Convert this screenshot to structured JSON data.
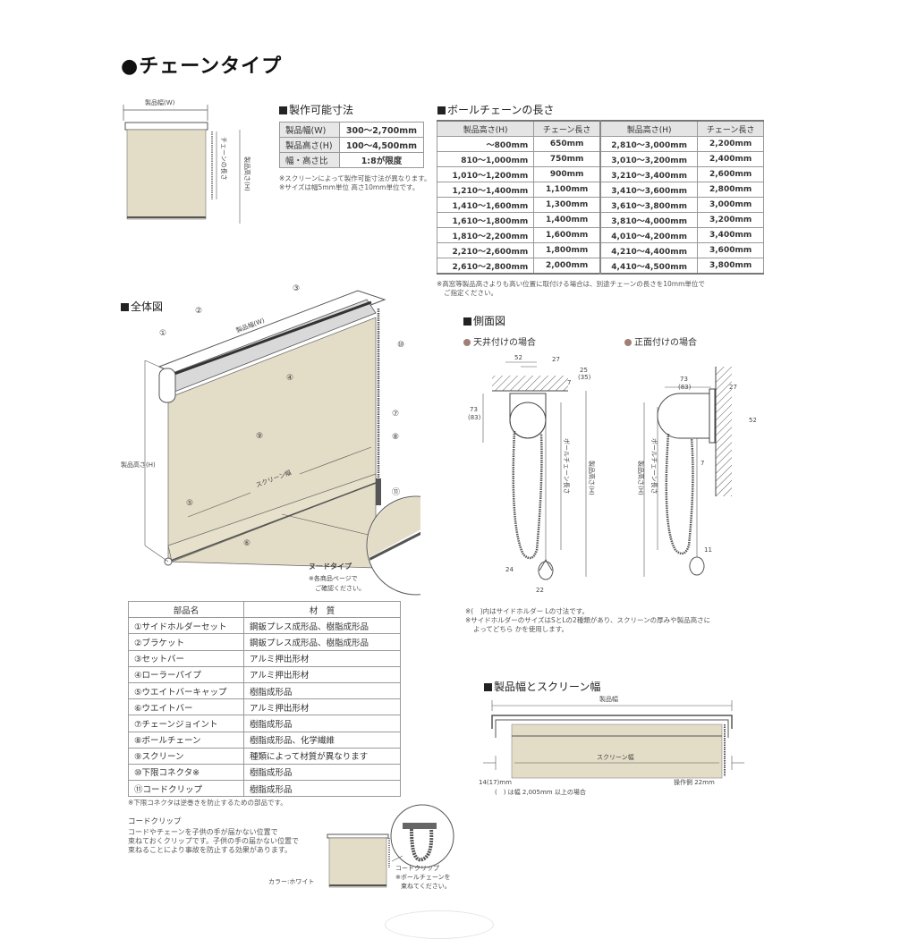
{
  "title": "●チェーンタイプ",
  "top_diagram": {
    "width_label": "製品幅(W)",
    "chain_label": "チェーンの長さ",
    "height_label": "製品高さ(H)"
  },
  "size_section": {
    "heading": "製作可能寸法",
    "rows": [
      {
        "label": "製品幅(W)",
        "value": "300〜2,700mm"
      },
      {
        "label": "製品高さ(H)",
        "value": "100〜4,500mm"
      },
      {
        "label": "幅・高さ比",
        "value": "1:8が限度"
      }
    ],
    "notes": [
      "※スクリーンによって製作可能寸法が異なります。",
      "※サイズは幅5mm単位 高さ10mm単位です。"
    ]
  },
  "chain_section": {
    "heading": "ボールチェーンの長さ",
    "headers": [
      "製品高さ(H)",
      "チェーン長さ",
      "製品高さ(H)",
      "チェーン長さ"
    ],
    "rows": [
      [
        "〜800mm",
        "650mm",
        "2,810〜3,000mm",
        "2,200mm"
      ],
      [
        "810〜1,000mm",
        "750mm",
        "3,010〜3,200mm",
        "2,400mm"
      ],
      [
        "1,010〜1,200mm",
        "900mm",
        "3,210〜3,400mm",
        "2,600mm"
      ],
      [
        "1,210〜1,400mm",
        "1,100mm",
        "3,410〜3,600mm",
        "2,800mm"
      ],
      [
        "1,410〜1,600mm",
        "1,300mm",
        "3,610〜3,800mm",
        "3,000mm"
      ],
      [
        "1,610〜1,800mm",
        "1,400mm",
        "3,810〜4,000mm",
        "3,200mm"
      ],
      [
        "1,810〜2,200mm",
        "1,600mm",
        "4,010〜4,200mm",
        "3,400mm"
      ],
      [
        "2,210〜2,600mm",
        "1,800mm",
        "4,210〜4,400mm",
        "3,600mm"
      ],
      [
        "2,610〜2,800mm",
        "2,000mm",
        "4,410〜4,500mm",
        "3,800mm"
      ]
    ],
    "notes": [
      "※高窓等製品高さよりも高い位置に取付ける場合は、別途チェーンの長さを10mm単位で",
      "ご指定ください。"
    ]
  },
  "overall": {
    "heading": "全体図",
    "labels": {
      "width": "製品幅(W)",
      "height": "製品高さ(H)",
      "screen_width": "スクリーン幅",
      "n1": "①",
      "n2": "②",
      "n3": "③",
      "n4": "④",
      "n5": "⑤",
      "n6": "⑥",
      "n7": "⑦",
      "n8": "⑧",
      "n9": "⑨",
      "n10": "⑩",
      "n11": "⑪"
    },
    "nude_type": "ヌードタイプ",
    "nude_notes": [
      "※各商品ページで",
      "ご確認ください。"
    ]
  },
  "parts": {
    "headers": [
      "部品名",
      "材　質"
    ],
    "rows": [
      [
        "①サイドホルダーセット",
        "鋼鈑プレス成形品、樹脂成形品"
      ],
      [
        "②ブラケット",
        "鋼鈑プレス成形品、樹脂成形品"
      ],
      [
        "③セットバー",
        "アルミ押出形材"
      ],
      [
        "④ローラーパイプ",
        "アルミ押出形材"
      ],
      [
        "⑤ウエイトバーキャップ",
        "樹脂成形品"
      ],
      [
        "⑥ウエイトバー",
        "アルミ押出形材"
      ],
      [
        "⑦チェーンジョイント",
        "樹脂成形品"
      ],
      [
        "⑧ボールチェーン",
        "樹脂成形品、化学繊維"
      ],
      [
        "⑨スクリーン",
        "種類によって材質が異なります"
      ],
      [
        "⑩下限コネクタ※",
        "樹脂成形品"
      ],
      [
        "⑪コードクリップ",
        "樹脂成形品"
      ]
    ],
    "note": "※下限コネクタは逆巻きを防止するための部品です。"
  },
  "cord_clip": {
    "heading": "コードクリップ",
    "text": [
      "コードやチェーンを子供の手が届かない位置で",
      "束ねておくクリップです。子供の手の届かない位置で",
      "束ねることにより事故を防止する効果があります。"
    ],
    "color_label": "カラー:ホワイト",
    "clip_label": "コードクリップ",
    "clip_notes": [
      "※ボールチェーンを",
      "束ねてください。"
    ]
  },
  "side_view": {
    "heading": "側面図",
    "ceiling": {
      "title": "天井付けの場合",
      "d52": "52",
      "d27": "27",
      "d25": "25",
      "d35": "(35)",
      "d7": "7",
      "d73": "73",
      "d83": "(83)",
      "chain": "ボールチェーン長さ",
      "height": "製品高さ(H)",
      "d24": "24",
      "d22": "22"
    },
    "front": {
      "title": "正面付けの場合",
      "d73": "73",
      "d83": "(83)",
      "d27": "27",
      "d52": "52",
      "d7": "7",
      "d11": "11",
      "chain": "ボールチェーン長さ",
      "height": "製品高さ(H)"
    },
    "notes": [
      "※(　)内はサイドホルダー Lの寸法です。",
      "※サイドホルダーのサイズはSとLの2種類があり、スクリーンの厚みや製品高さに",
      "よってどちら かを使用します。"
    ]
  },
  "width_section": {
    "heading": "製品幅とスクリーン幅",
    "product_width": "製品幅",
    "screen_width": "スクリーン幅",
    "left_dim": "14(17)mm",
    "right_dim": "操作側 22mm",
    "note": "(　) は幅 2,005mm 以上の場合"
  },
  "colors": {
    "screen": "#e3dcc6",
    "frame": "#555555",
    "accent_dot": "#a07f76"
  }
}
